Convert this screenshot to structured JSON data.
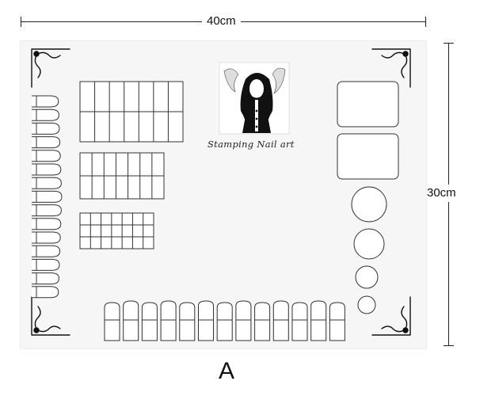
{
  "width_label": "40cm",
  "height_label": "30cm",
  "variant_label": "A",
  "logo_caption": "Stamping Nail art",
  "icons": [
    "corner-flourish-icon",
    "woman-portrait-logo-icon",
    "nail-tip-icon"
  ]
}
